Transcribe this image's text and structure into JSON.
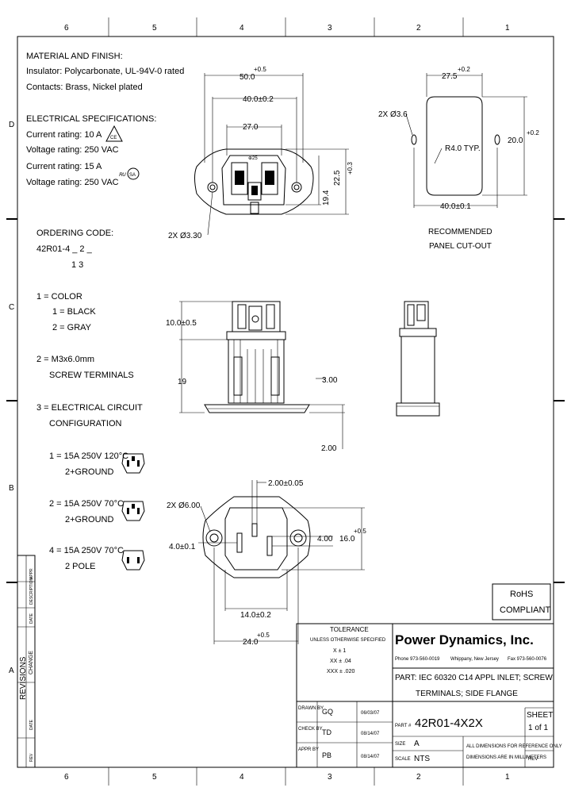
{
  "border": {
    "columns": [
      "6",
      "5",
      "4",
      "3",
      "2",
      "1"
    ],
    "rows": [
      "D",
      "C",
      "B",
      "A"
    ]
  },
  "notes": {
    "material_heading": "MATERIAL AND FINISH:",
    "insulator": "Insulator: Polycarbonate, UL-94V-0 rated",
    "contacts": "Contacts: Brass, Nickel plated",
    "electrical_heading": "ELECTRICAL SPECIFICATIONS:",
    "current1": "Current rating: 10 A",
    "voltage1": "Voltage rating: 250 VAC",
    "current2": "Current rating: 15 A",
    "voltage2": "Voltage rating: 250 VAC"
  },
  "ordering": {
    "heading": "ORDERING CODE:",
    "code": "42R01-4 _ 2 _",
    "code_sub": "1    3",
    "color_heading": "1 = COLOR",
    "color_black": "1 = BLACK",
    "color_gray": "2 = GRAY",
    "screw_line1": "2 = M3x6.0mm",
    "screw_line2": "SCREW TERMINALS",
    "circuit_line1": "3 = ELECTRICAL CIRCUIT",
    "circuit_line2": "CONFIGURATION",
    "opt1_line1": "1 = 15A 250V 120°C",
    "opt1_line2": "2+GROUND",
    "opt2_line1": "2 = 15A 250V 70°C",
    "opt2_line2": "2+GROUND",
    "opt4_line1": "4 = 15A 250V 70°C",
    "opt4_line2": "2 POLE"
  },
  "dims": {
    "top_50": "50.0",
    "top_50_tol": "+0.5",
    "top_40": "40.0±0.2",
    "top_27": "27.0",
    "top_22": "22.5",
    "top_22_tol": "+0.3",
    "top_19": "19.4",
    "top_holes": "2X Ø3.30",
    "cut_27": "27.5",
    "cut_27_tol": "+0.2",
    "cut_holes": "2X Ø3.6",
    "cut_radius": "R4.0 TYP.",
    "cut_20": "20.0",
    "cut_20_tol": "+0.2",
    "cut_40": "40.0±0.1",
    "cut_label1": "RECOMMENDED",
    "cut_label2": "PANEL CUT-OUT",
    "side_10": "10.0±0.5",
    "side_19": "19",
    "side_3": "3.00",
    "side_2": "2.00",
    "front_200": "2.00±0.05",
    "front_holes": "2X Ø6.00",
    "front_40": "4.0±0.1",
    "front_400": "4.00",
    "front_16": "16.0",
    "front_16_tol": "+0.5",
    "front_14": "14.0±0.2",
    "front_24": "24.0",
    "front_24_tol": "+0.5"
  },
  "marks": {
    "rohs1": "RoHS",
    "rohs2": "COMPLIANT",
    "revisions": "REVISIONS",
    "rev_approved": "APPR",
    "rev_desc": "DESCRIPTION",
    "rev_date": "DATE",
    "rev_change": "CHANGE",
    "rev_date2": "DATE",
    "rev_rev": "REV"
  },
  "title_block": {
    "tol_heading": "TOLERANCE",
    "tol_sub": "UNLESS OTHERWISE SPECIFIED",
    "tol_x": "X    ±    1",
    "tol_xx": "XX    ±    .04",
    "tol_xxx": "XXX    ±    .020",
    "company": "Power Dynamics, Inc.",
    "phone": "Phone 973-560-0019",
    "city": "Whippany, New Jersey",
    "fax": "Fax 973-560-0076",
    "part_line1": "PART: IEC 60320 C14 APPL INLET; SCREW",
    "part_line2": "TERMINALS; SIDE FLANGE",
    "drawn_label": "DRAWN BY",
    "drawn_by": "GQ",
    "drawn_date": "06/03/07",
    "check_label": "CHECK BY",
    "check_by": "TD",
    "check_date": "08/14/07",
    "appr_label": "APPR BY",
    "appr_by": "PB",
    "appr_date": "08/14/07",
    "partno_label": "PART #",
    "part_number": "42R01-4X2X",
    "sheet_label": "SHEET",
    "sheet_value": "1 of 1",
    "size_label": "SIZE",
    "size_value": "A",
    "scale_label": "SCALE",
    "scale_value": "NTS",
    "note1": "ALL DIMENSIONS FOR REFERENCE ONLY",
    "note2": "DIMENSIONS ARE IN MILLIMETERS",
    "rev_label": "REV"
  },
  "icons": [
    "ce-warning-icon",
    "ul-recognized-icon",
    "csa-icon",
    "c14-inlet-icon"
  ]
}
